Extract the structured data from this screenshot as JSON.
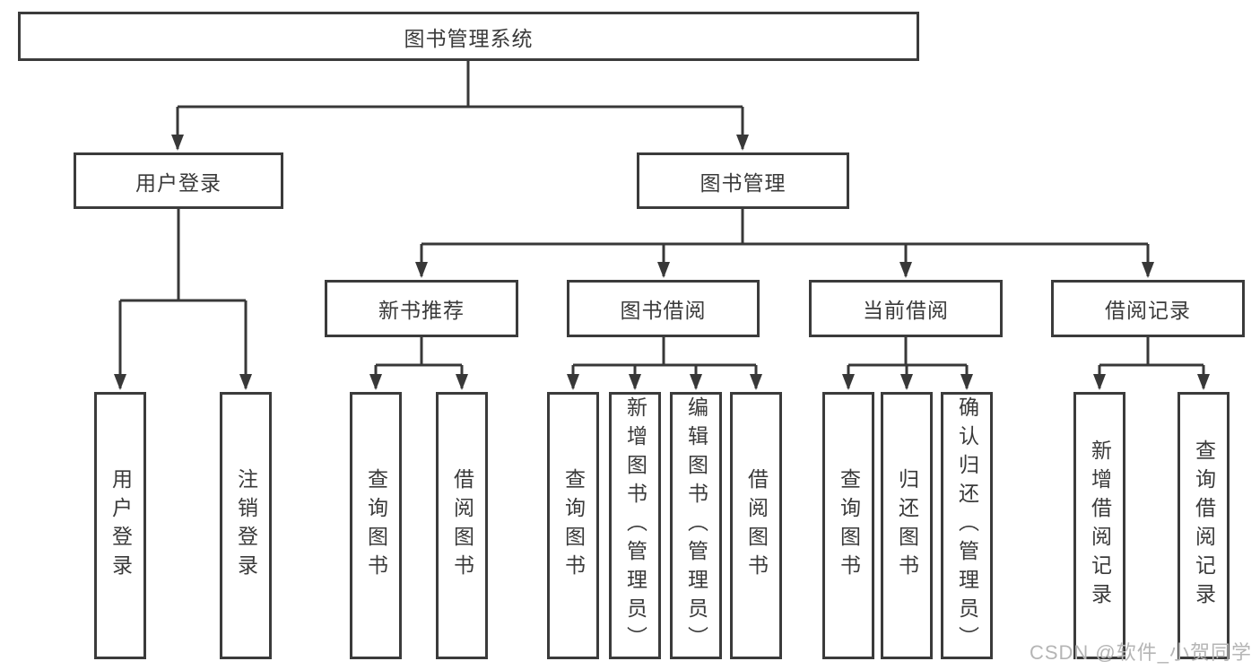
{
  "diagram": {
    "root": "图书管理系统",
    "level2": [
      "用户登录",
      "图书管理"
    ],
    "level3": [
      "新书推荐",
      "图书借阅",
      "当前借阅",
      "借阅记录"
    ],
    "leaves": [
      "用户登录",
      "注销登录",
      "查询图书",
      "借阅图书",
      "查询图书",
      "新增图书（管理员）",
      "编辑图书（管理员）",
      "借阅图书",
      "查询图书",
      "归还图书",
      "确认归还（管理员）",
      "新增借阅记录",
      "查询借阅记录"
    ]
  },
  "watermark": "CSDN @软件_小贺同学",
  "colors": {
    "line": "#383838",
    "box_border": "#3b3b3b",
    "text": "#3a3a3a",
    "watermark": "#b5b5b5",
    "background": "#ffffff"
  }
}
